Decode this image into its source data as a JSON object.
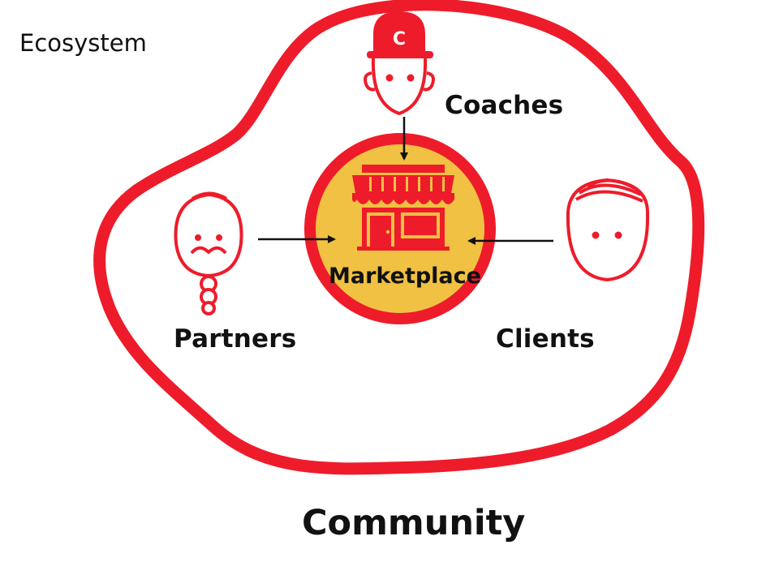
{
  "title": "Ecosystem",
  "center": {
    "label": "Marketplace",
    "icon": "storefront-icon"
  },
  "roles": {
    "coaches": {
      "label": "Coaches",
      "icon": "coach-cap-face-icon",
      "cap_letter": "C"
    },
    "partners": {
      "label": "Partners",
      "icon": "mustache-face-icon"
    },
    "clients": {
      "label": "Clients",
      "icon": "wavy-hair-face-icon"
    }
  },
  "outer_label": "Community",
  "colors": {
    "accent": "#ee1c2a",
    "center_fill": "#f0c142",
    "text": "#111111",
    "arrow": "#111111"
  }
}
